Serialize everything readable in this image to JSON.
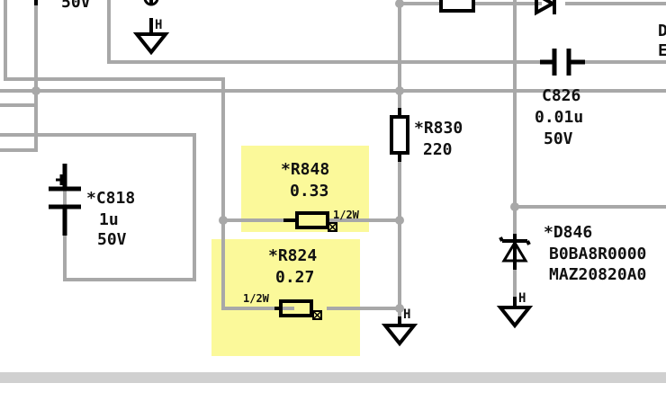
{
  "schematic": {
    "partial_top_label": "50V",
    "ground_symbol_label": "H",
    "edge_label_1": "D",
    "edge_label_2": "E",
    "components": {
      "c826": {
        "ref": "C826",
        "value": "0.01u",
        "voltage": "50V"
      },
      "r830": {
        "ref": "*R830",
        "value": "220"
      },
      "c818": {
        "ref": "*C818",
        "value": "1u",
        "voltage": "50V"
      },
      "r848": {
        "ref": "*R848",
        "value": "0.33",
        "rating": "1/2W",
        "highlight": "#fbf99a"
      },
      "r824": {
        "ref": "*R824",
        "value": "0.27",
        "rating": "1/2W",
        "highlight": "#fbf99a"
      },
      "d846": {
        "ref": "*D846",
        "part1": "B0BA8R0000",
        "part2": "MAZ20820A0"
      }
    },
    "colors": {
      "wire": "#a8a8a8",
      "highlight": "#fbf99a",
      "symbol": "#000000"
    }
  }
}
